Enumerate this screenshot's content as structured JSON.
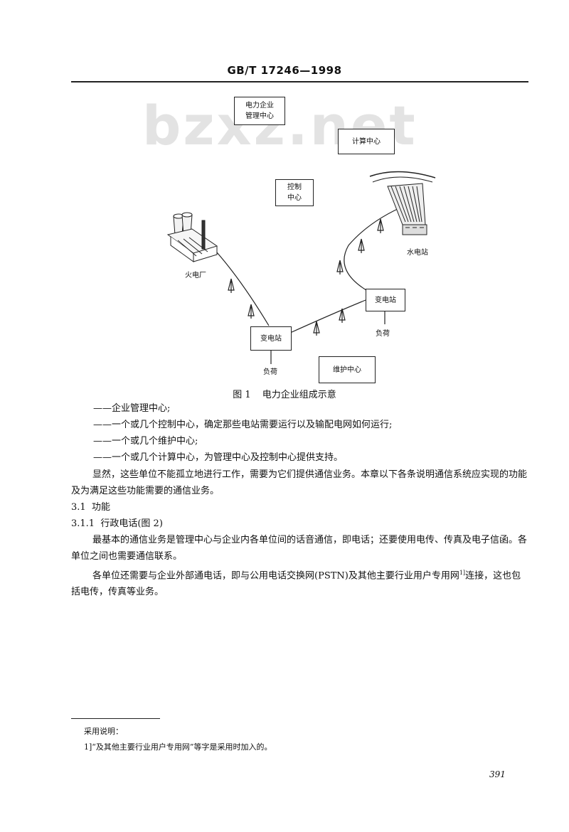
{
  "header": {
    "title": "GB/T 17246—1998"
  },
  "watermark": "bzxz.net",
  "figure": {
    "boxes": {
      "mgmt_line1": "电力企业",
      "mgmt_line2": "管理中心",
      "compute": "计算中心",
      "control_line1": "控制",
      "control_line2": "中心",
      "sub_right": "变电站",
      "sub_left": "变电站",
      "maint": "维护中心"
    },
    "labels": {
      "hydro": "水电站",
      "thermal": "火电厂",
      "load_right": "负荷",
      "load_bottom": "负荷"
    },
    "caption_num": "图 1",
    "caption_text": "电力企业组成示意"
  },
  "list": [
    "——企业管理中心;",
    "——一个或几个控制中心，确定那些电站需要运行以及输配电网如何运行;",
    "——一个或几个维护中心;",
    "——一个或几个计算中心，为管理中心及控制中心提供支持。"
  ],
  "para1": "显然，这些单位不能孤立地进行工作，需要为它们提供通信业务。本章以下各条说明通信系统应实现的功能及为满足这些功能需要的通信业务。",
  "sec_3_1": {
    "num": "3.1",
    "title": "功能"
  },
  "sec_3_1_1": {
    "num": "3.1.1",
    "title": "行政电话(图 2)"
  },
  "para2": "最基本的通信业务是管理中心与企业内各单位间的话音通信，即电话；还要使用电传、传真及电子信函。各单位之间也需要通信联系。",
  "para3_main": "各单位还需要与企业外部通电话，即与公用电话交换网(PSTN)及其他主要行业用户专用网",
  "para3_sup": "1]",
  "para3_end": "连接，这也包括电传，传真等业务。",
  "footnote": {
    "heading": "采用说明：",
    "text": "1]“及其他主要行业用户专用网”等字是采用时加入的。"
  },
  "page_number": "391"
}
